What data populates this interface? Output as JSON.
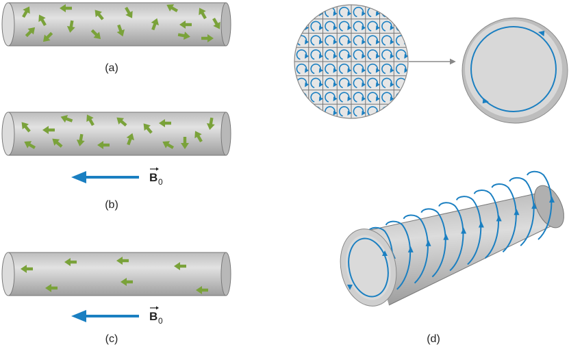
{
  "panel_labels": {
    "a": "(a)",
    "b": "(b)",
    "c": "(c)",
    "d": "(d)"
  },
  "field_label": {
    "symbol": "B",
    "subscript": "0"
  },
  "colors": {
    "dipole_arrow": "#7aa23a",
    "field_arrow": "#1a7fc1",
    "current_loop": "#1a7fc1",
    "cylinder_fill": "#c8c8c8",
    "cylinder_end": "#dcdcdc",
    "pointer_arrow": "#888888"
  },
  "icons": {
    "dipole": "short-arrow",
    "current": "circular-arrow",
    "pointer": "right-arrow"
  }
}
